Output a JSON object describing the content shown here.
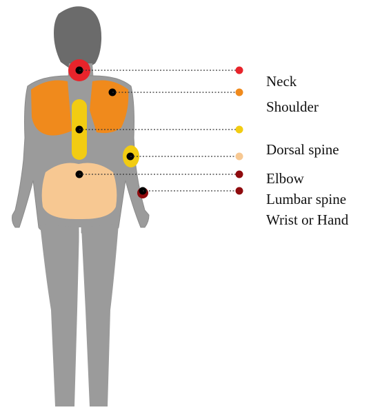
{
  "legend": [
    {
      "label": "Neck",
      "color": "#e8242b"
    },
    {
      "label": "Shoulder",
      "color": "#f08a1c"
    },
    {
      "label": "Dorsal spine",
      "color": "#f2cc12"
    },
    {
      "label": "Elbow",
      "color": "#f7c892"
    },
    {
      "label": "Lumbar spine",
      "color": "#8f0b0e"
    },
    {
      "label": "Wrist or Hand",
      "color": "#8f0b0e"
    }
  ],
  "regions": [
    {
      "name": "Neck",
      "color": "#e8242b"
    },
    {
      "name": "Shoulder",
      "color": "#f08a1c"
    },
    {
      "name": "Dorsal spine",
      "color": "#f2cc12"
    },
    {
      "name": "Elbow",
      "color": "#f2cc12"
    },
    {
      "name": "Lumbar spine",
      "color": "#f7c892"
    },
    {
      "name": "Wrist or Hand",
      "color": "#8f0b0e"
    }
  ],
  "colors": {
    "body": "#9b9b9b",
    "body_outline": "#8a8a8a",
    "hair": "#6b6b6b",
    "marker": "#000000",
    "leader_line": "#333333"
  }
}
